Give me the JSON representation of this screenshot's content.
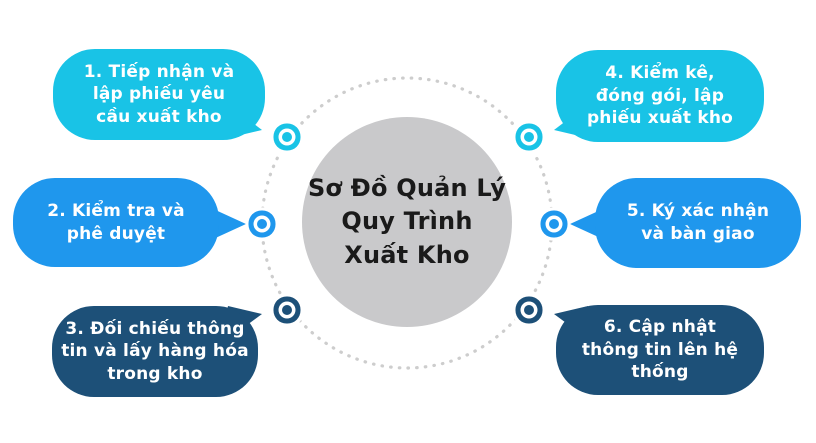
{
  "diagram": {
    "title": "Sơ Đồ Quản Lý\nQuy Trình\nXuất Kho",
    "steps": [
      {
        "label": "1. Tiếp nhận và\nlập phiếu yêu\ncầu xuất kho",
        "color": "cyan"
      },
      {
        "label": "2. Kiểm tra và\nphê duyệt",
        "color": "blue"
      },
      {
        "label": "3.  Đối chiếu thông\ntin và lấy hàng hóa\ntrong kho",
        "color": "navy"
      },
      {
        "label": "4. Kiểm kê,\nđóng gói, lập\nphiếu xuất kho",
        "color": "cyan"
      },
      {
        "label": "5. Ký xác nhận\nvà bàn giao",
        "color": "blue"
      },
      {
        "label": "6. Cập nhật\nthông tin lên hệ\nthống",
        "color": "navy"
      }
    ],
    "palette": {
      "cyan": "#19C3E6",
      "blue": "#1F97ED",
      "navy": "#1D5078",
      "center_circle": "#C9C9CB",
      "dotted_ring": "#CDCDCD",
      "title_text": "#1A1A1A",
      "bubble_text": "#FFFFFF",
      "background": "#FFFFFF"
    }
  }
}
